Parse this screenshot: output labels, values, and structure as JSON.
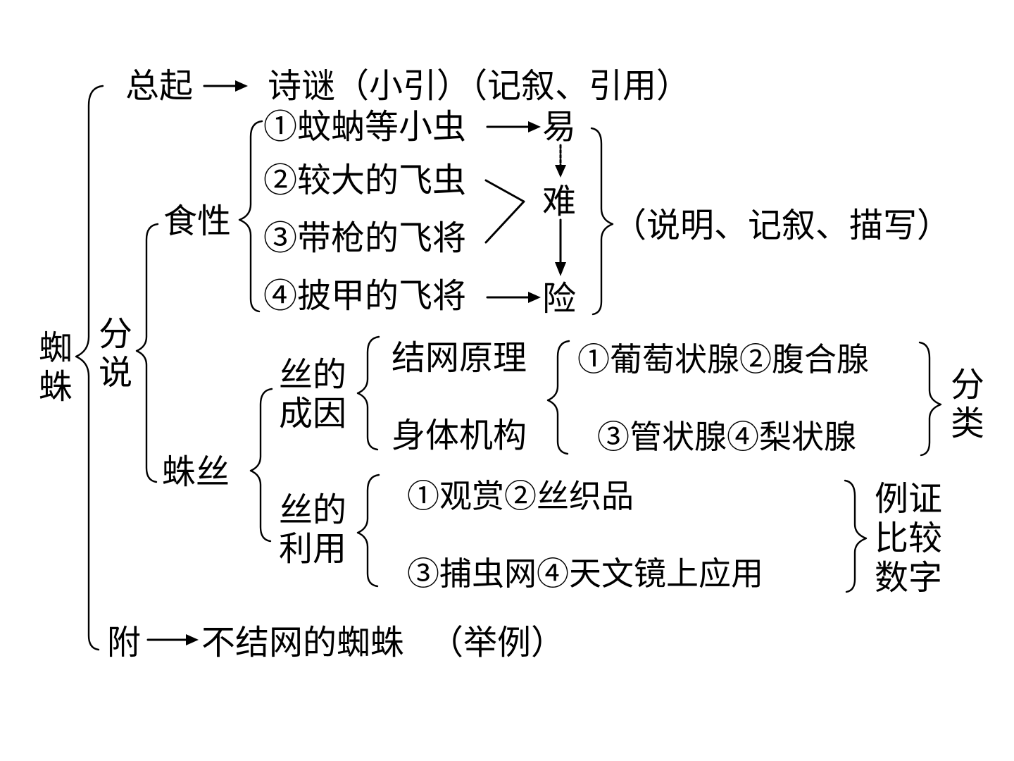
{
  "root": {
    "line1": "蜘",
    "line2": "蛛"
  },
  "intro": {
    "label": "总起",
    "content": "诗谜（小引）（记叙、引用）"
  },
  "detail": {
    "label_line1": "分",
    "label_line2": "说",
    "diet": {
      "label": "食性",
      "items": [
        "①蚊蚋等小虫",
        "②较大的飞虫",
        "③带枪的飞将",
        "④披甲的飞将"
      ],
      "difficulty": [
        "易",
        "难",
        "险"
      ],
      "methods": "（说明、记叙、描写）"
    },
    "silk": {
      "label": "蛛丝",
      "cause": {
        "label_line1": "丝的",
        "label_line2": "成因",
        "aspects": [
          "结网原理",
          "身体机构"
        ],
        "glands": [
          "①葡萄状腺②腹合腺",
          "③管状腺④梨状腺"
        ],
        "method_line1": "分",
        "method_line2": "类"
      },
      "use": {
        "label_line1": "丝的",
        "label_line2": "利用",
        "items": [
          "①观赏②丝织品",
          "③捕虫网④天文镜上应用"
        ],
        "methods": [
          "例证",
          "比较",
          "数字"
        ]
      }
    }
  },
  "appendix": {
    "label": "附",
    "content": "不结网的蜘蛛",
    "method": "（举例）"
  }
}
